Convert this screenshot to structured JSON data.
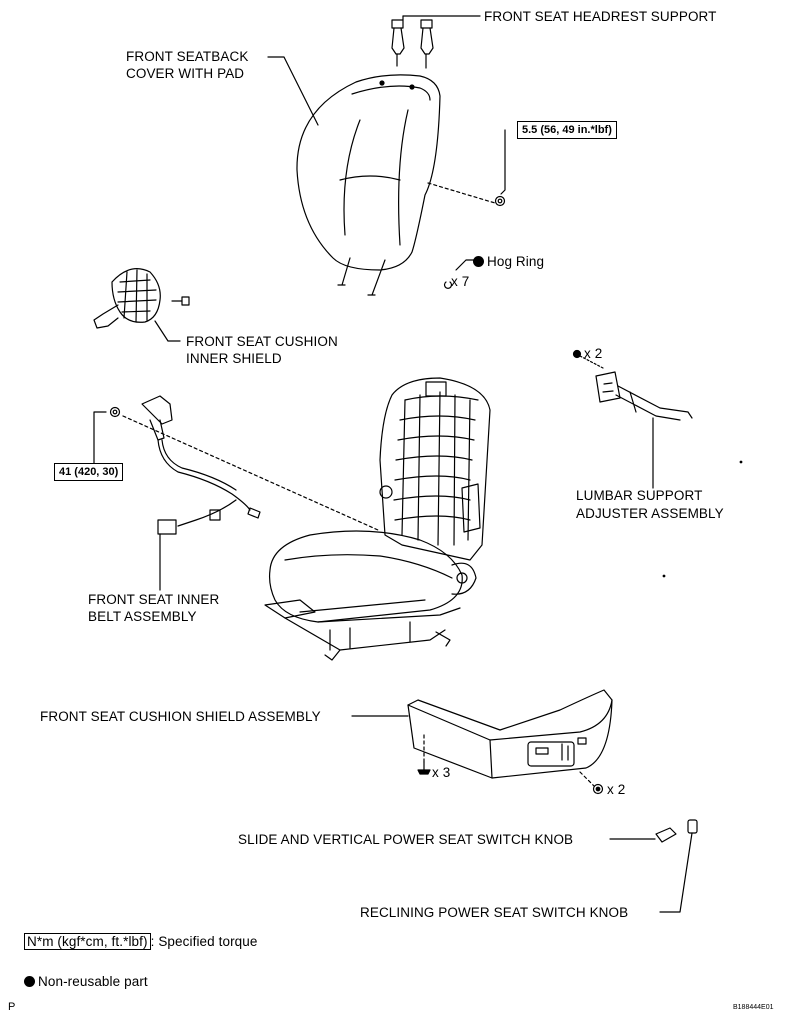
{
  "labels": {
    "headrest_support": "FRONT SEAT HEADREST SUPPORT",
    "seatback_cover_line1": "FRONT SEATBACK",
    "seatback_cover_line2": "COVER WITH PAD",
    "torque_seatback": "5.5 (56, 49 in.*lbf)",
    "hog_ring": "Hog Ring",
    "hog_ring_qty": "x 7",
    "cushion_inner_shield_line1": "FRONT SEAT CUSHION",
    "cushion_inner_shield_line2": "INNER SHIELD",
    "lumbar_qty": "x 2",
    "torque_belt": "41 (420, 30)",
    "lumbar_line1": "LUMBAR SUPPORT",
    "lumbar_line2": "ADJUSTER ASSEMBLY",
    "inner_belt_line1": "FRONT SEAT INNER",
    "inner_belt_line2": "BELT ASSEMBLY",
    "cushion_shield_assembly": "FRONT SEAT CUSHION SHIELD ASSEMBLY",
    "shield_screw_qty": "x 3",
    "shield_bolt_qty": "x 2",
    "slide_knob": "SLIDE AND VERTICAL POWER SEAT SWITCH KNOB",
    "reclining_knob": "RECLINING POWER SEAT SWITCH KNOB"
  },
  "legend": {
    "torque_symbol": "N*m (kgf*cm, ft.*lbf)",
    "torque_text": ": Specified torque",
    "nonreusable_text": "Non-reusable part"
  },
  "footer": {
    "page_marker": "P",
    "figure_id": "B188444E01"
  }
}
